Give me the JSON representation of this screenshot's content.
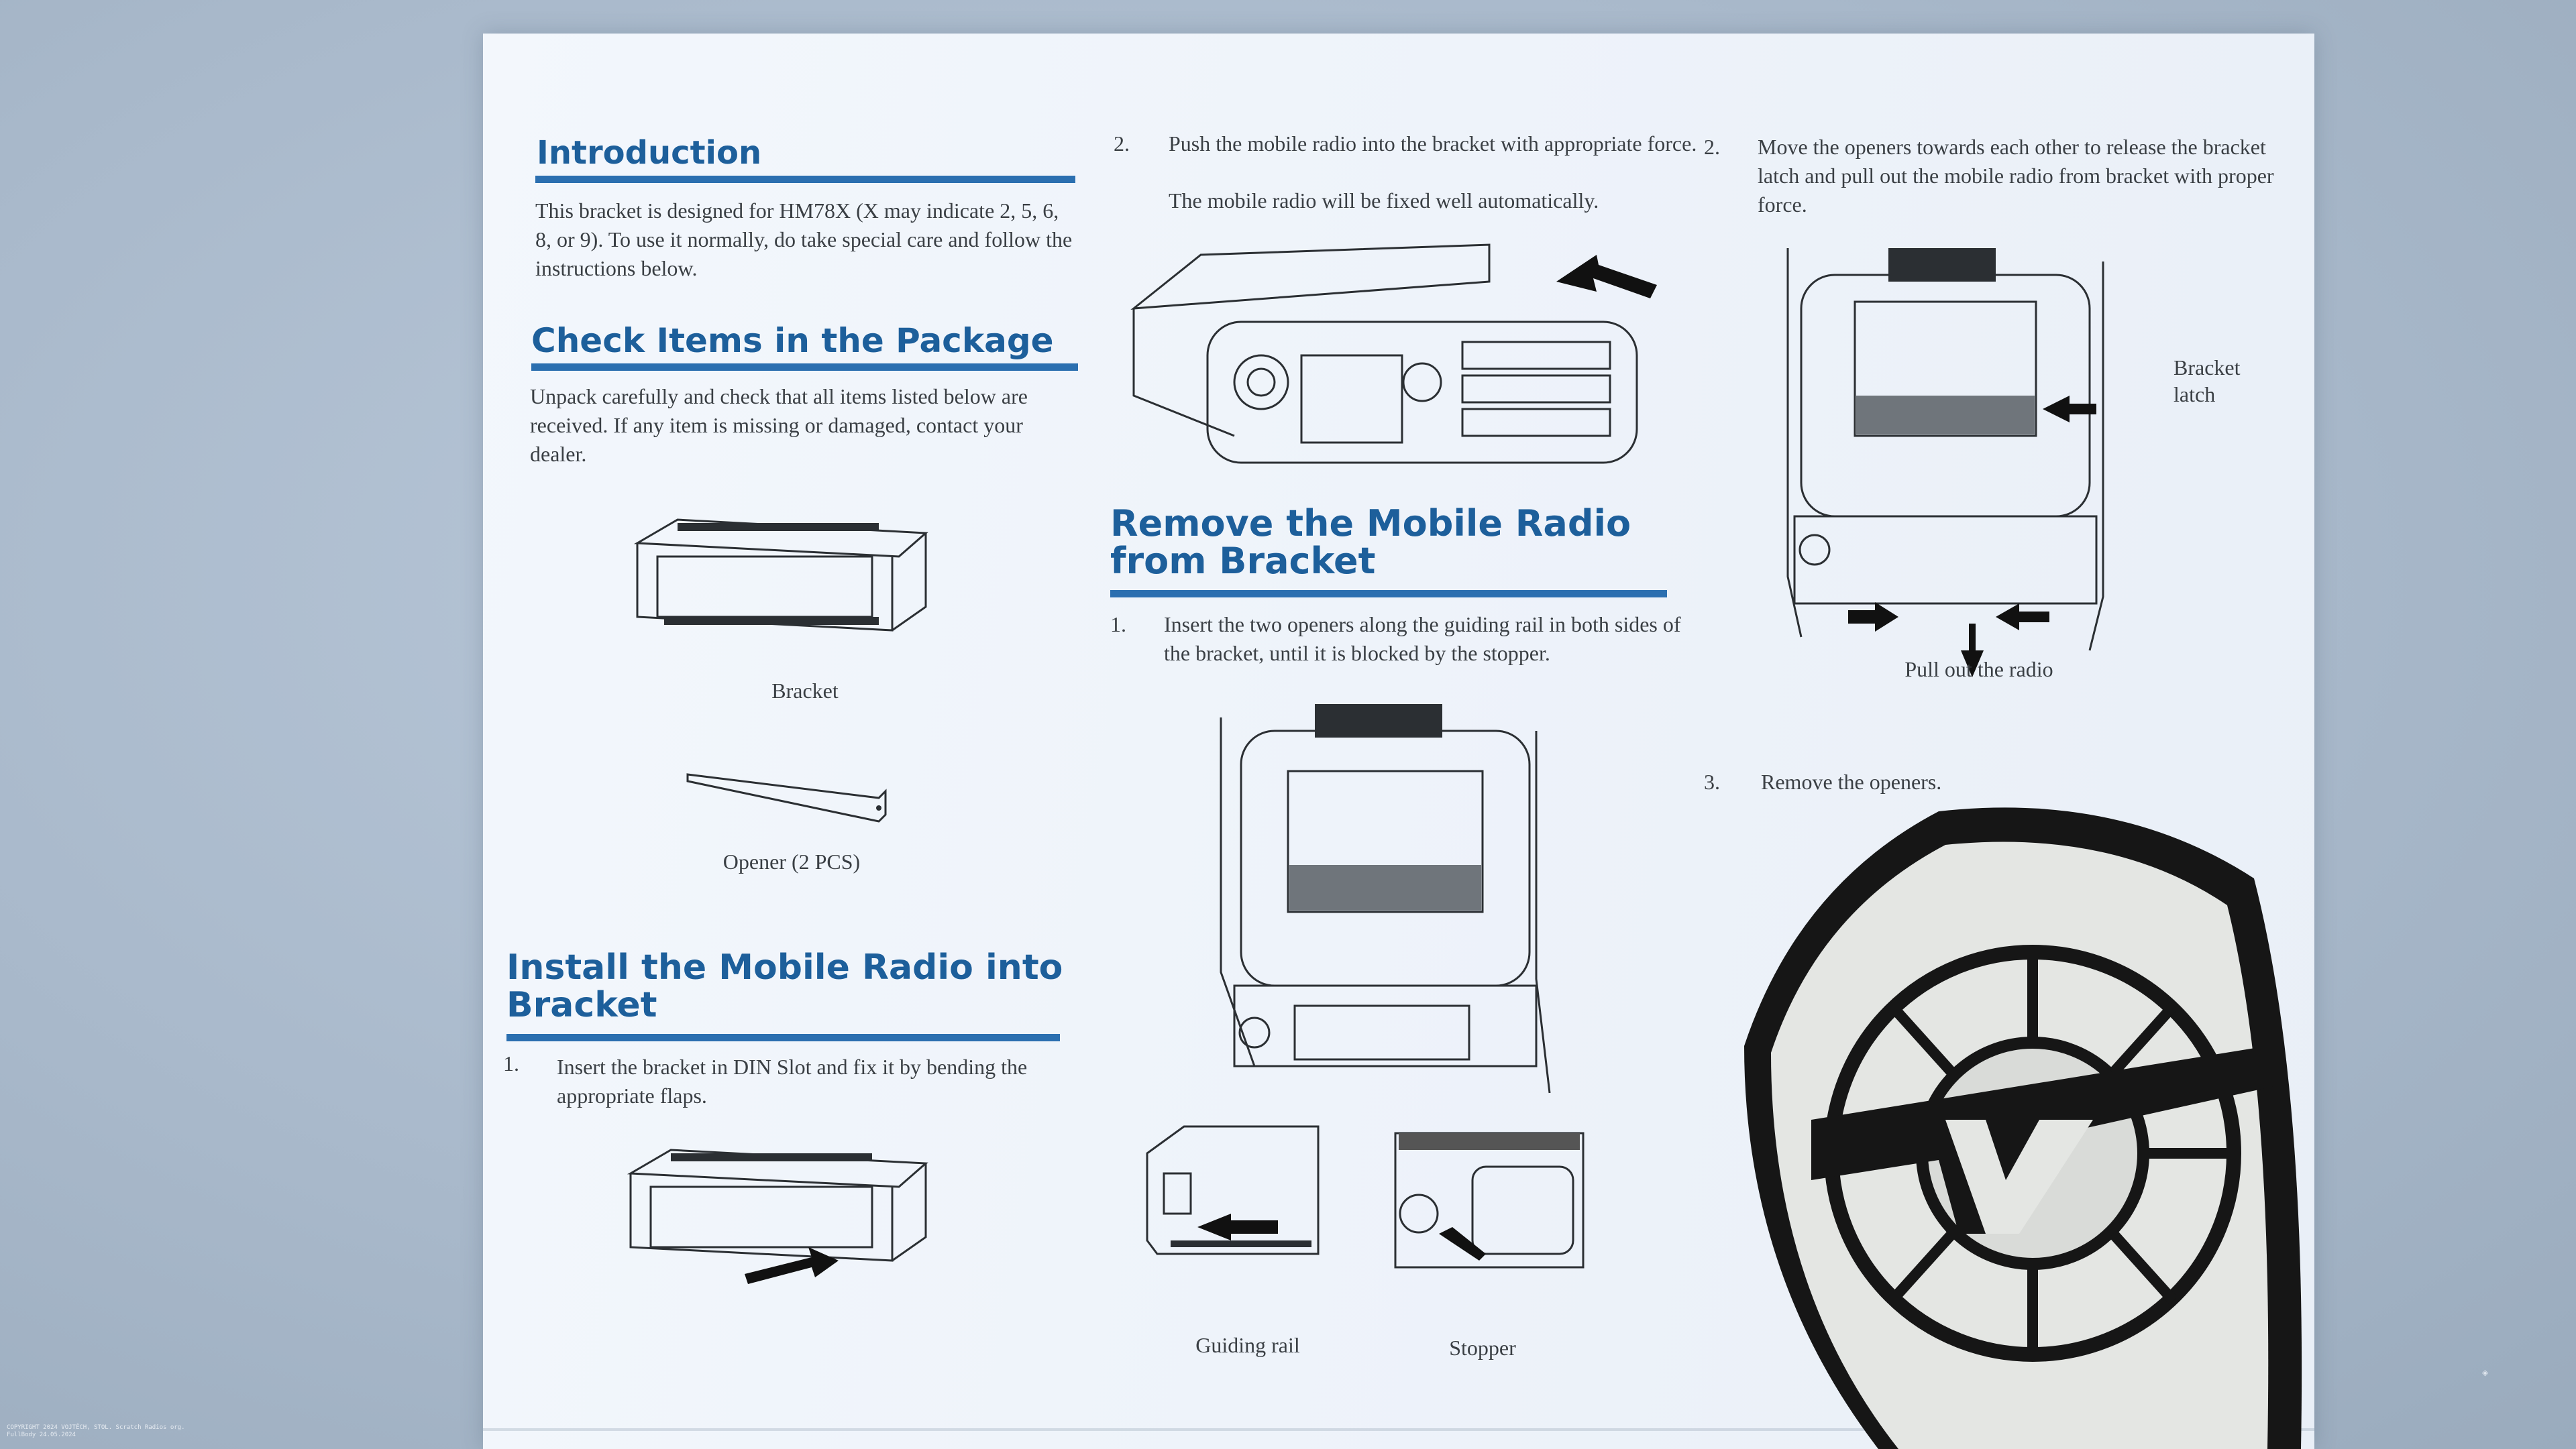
{
  "sections": {
    "introduction": {
      "title": "Introduction",
      "body": "This bracket is designed for HM78X (X may indicate 2, 5, 6, 8, or 9). To use it normally, do take special care and follow the instructions below."
    },
    "check_items": {
      "title": "Check Items in the Package",
      "body": "Unpack carefully and check that all items listed below are received. If any item is missing or damaged, contact your dealer.",
      "bracket_caption": "Bracket",
      "opener_caption": "Opener (2 PCS)"
    },
    "install": {
      "title": "Install the Mobile Radio into Bracket",
      "step1_num": "1.",
      "step1": "Insert the bracket in DIN Slot and fix it by bending the appropriate flaps.",
      "step2_num": "2.",
      "step2": "Push the mobile radio into the bracket with appropriate force.",
      "step2_note": "The mobile radio will be fixed well automatically."
    },
    "remove": {
      "title": "Remove the Mobile Radio from Bracket",
      "step1_num": "1.",
      "step1": "Insert the two openers along the guiding rail in both sides of the bracket, until it is blocked by the stopper.",
      "guiding_rail_caption": "Guiding rail",
      "stopper_caption": "Stopper",
      "step2_num": "2.",
      "step2": "Move the openers towards each other to release the bracket latch and pull out the mobile radio from bracket with proper force.",
      "bracket_latch_label": "Bracket latch",
      "pull_out_caption": "Pull out the radio",
      "step3_num": "3.",
      "step3": "Remove the openers."
    }
  },
  "patch": {
    "logo_letters": "VT"
  },
  "watermark": "COPYRIGHT 2024 VOJTĚCH, STOL. Scratch Radios org. FullBody 24.05.2024",
  "colors": {
    "heading": "#1d5f9b",
    "rule": "#2b6fb0",
    "paper": "#eef3fa",
    "background": "#a9b9cb",
    "patch": "#161616"
  }
}
